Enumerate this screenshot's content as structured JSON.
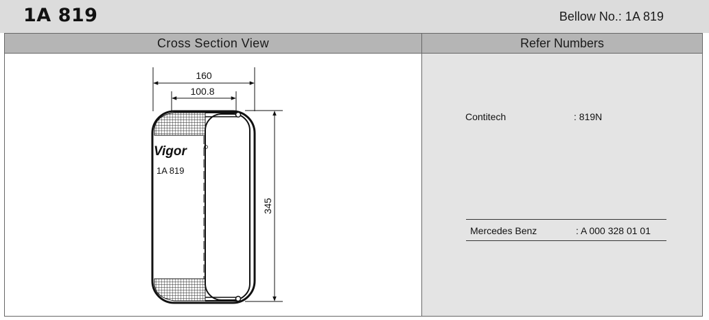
{
  "header": {
    "code": "1A 819",
    "bellow_label": "Bellow No.: 1A 819"
  },
  "columns": {
    "left_title": "Cross Section View",
    "right_title": "Refer Numbers"
  },
  "drawing": {
    "dim_outer_width": "160",
    "dim_inner_width": "100.8",
    "dim_height": "345",
    "logo_text": "Vigor",
    "part_label": "1A 819"
  },
  "refer_numbers": [
    {
      "brand": "Contitech",
      "number": ": 819N"
    },
    {
      "brand": "Mercedes Benz",
      "number": ": A 000 328 01 01"
    }
  ]
}
